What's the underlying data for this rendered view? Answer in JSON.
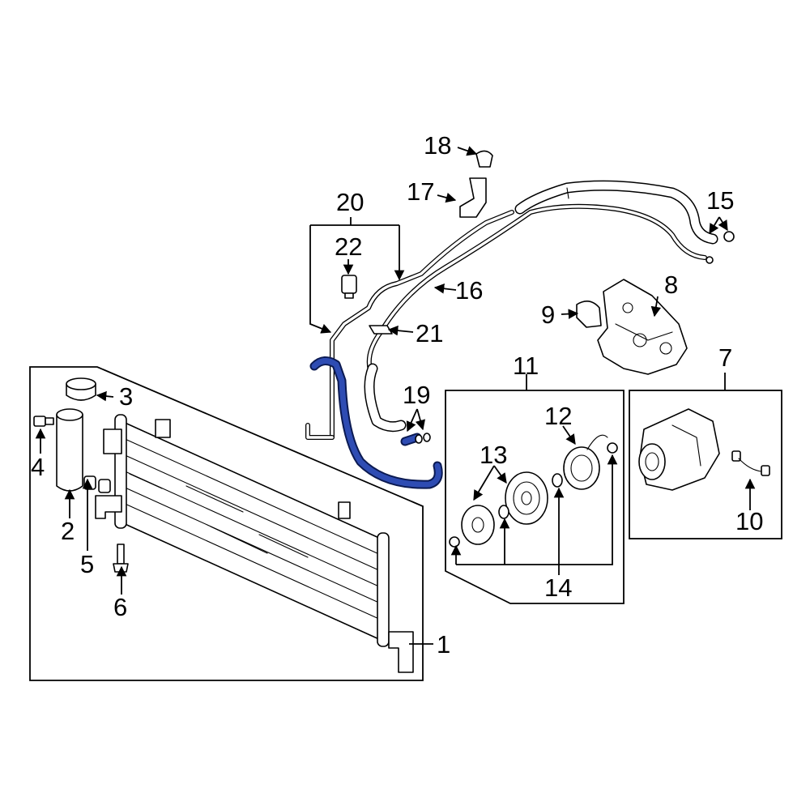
{
  "diagram": {
    "highlight_color": "#2e4cb3",
    "callouts": {
      "c1": "1",
      "c2": "2",
      "c3": "3",
      "c4": "4",
      "c5": "5",
      "c6": "6",
      "c7": "7",
      "c8": "8",
      "c9": "9",
      "c10": "10",
      "c11": "11",
      "c12": "12",
      "c13": "13",
      "c14": "14",
      "c15": "15",
      "c16": "16",
      "c17": "17",
      "c18": "18",
      "c19": "19",
      "c20": "20",
      "c21": "21",
      "c22": "22"
    }
  }
}
